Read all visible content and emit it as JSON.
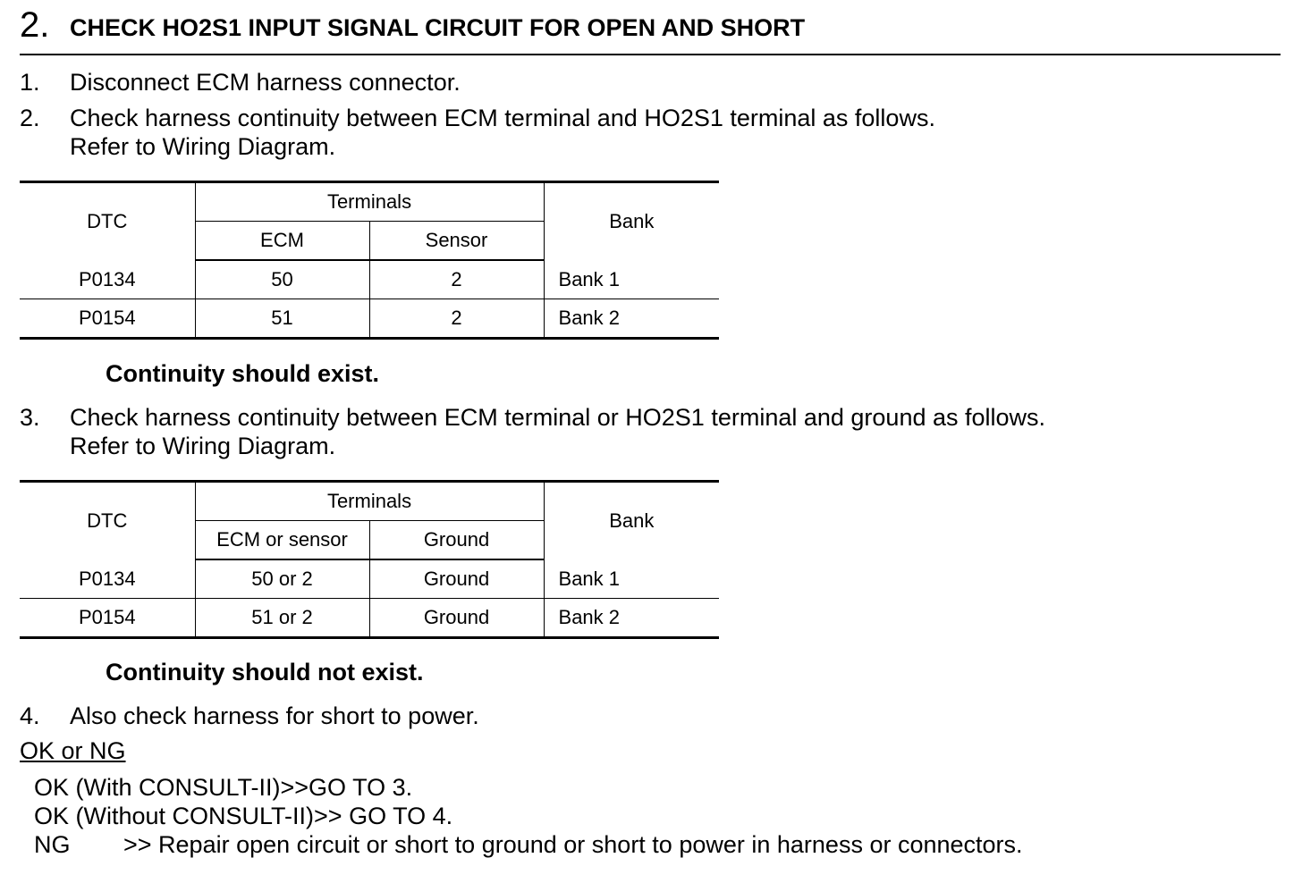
{
  "heading": {
    "number": "2.",
    "title": "CHECK HO2S1 INPUT SIGNAL CIRCUIT FOR OPEN AND SHORT"
  },
  "steps": [
    {
      "n": "1.",
      "text": "Disconnect ECM harness connector."
    },
    {
      "n": "2.",
      "text": "Check harness continuity between ECM terminal and HO2S1 terminal as follows.",
      "sub": "Refer to Wiring Diagram."
    },
    {
      "n": "3.",
      "text": "Check harness continuity between ECM terminal or HO2S1 terminal and ground as follows.",
      "sub": "Refer to Wiring Diagram."
    },
    {
      "n": "4.",
      "text": "Also check harness for short to power."
    }
  ],
  "table1": {
    "headers": {
      "dtc": "DTC",
      "terminals": "Terminals",
      "col1": "ECM",
      "col2": "Sensor",
      "bank": "Bank"
    },
    "rows": [
      {
        "dtc": "P0134",
        "c1": "50",
        "c2": "2",
        "bank": "Bank 1"
      },
      {
        "dtc": "P0154",
        "c1": "51",
        "c2": "2",
        "bank": "Bank 2"
      }
    ],
    "note": "Continuity should exist."
  },
  "table2": {
    "headers": {
      "dtc": "DTC",
      "terminals": "Terminals",
      "col1": "ECM or sensor",
      "col2": "Ground",
      "bank": "Bank"
    },
    "rows": [
      {
        "dtc": "P0134",
        "c1": "50 or 2",
        "c2": "Ground",
        "bank": "Bank 1"
      },
      {
        "dtc": "P0154",
        "c1": "51 or 2",
        "c2": "Ground",
        "bank": "Bank 2"
      }
    ],
    "note": "Continuity should not exist."
  },
  "result": {
    "label": "OK or NG",
    "lines": [
      "OK (With CONSULT-II)>>GO TO 3.",
      "OK (Without CONSULT-II)>> GO TO 4."
    ],
    "ng": {
      "label": "NG",
      "text": ">> Repair open circuit or short to ground or short to power in harness or connectors."
    }
  }
}
